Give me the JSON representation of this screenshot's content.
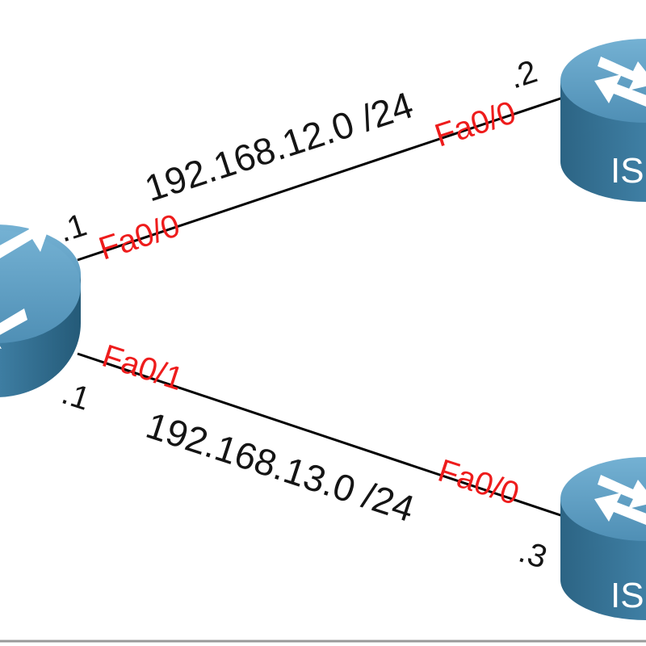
{
  "links": [
    {
      "id": "link-r1-r2",
      "network": "192.168.12.0 /24",
      "side_a": {
        "interface": "Fa0/0",
        "host": ".1"
      },
      "side_b": {
        "interface": "Fa0/0",
        "host": ".2"
      }
    },
    {
      "id": "link-r1-r3",
      "network": "192.168.13.0 /24",
      "side_a": {
        "interface": "Fa0/1",
        "host": ".1"
      },
      "side_b": {
        "interface": "Fa0/0",
        "host": ".3"
      }
    }
  ],
  "routers": {
    "right_top": {
      "name_fragment": "IS"
    },
    "right_bottom": {
      "name_fragment": "IS"
    }
  },
  "colors": {
    "interface_label": "#ee1c1c",
    "text": "#141414",
    "router_top": "#5d9bbf",
    "router_side": "#2d6585",
    "link_line": "#000000"
  }
}
